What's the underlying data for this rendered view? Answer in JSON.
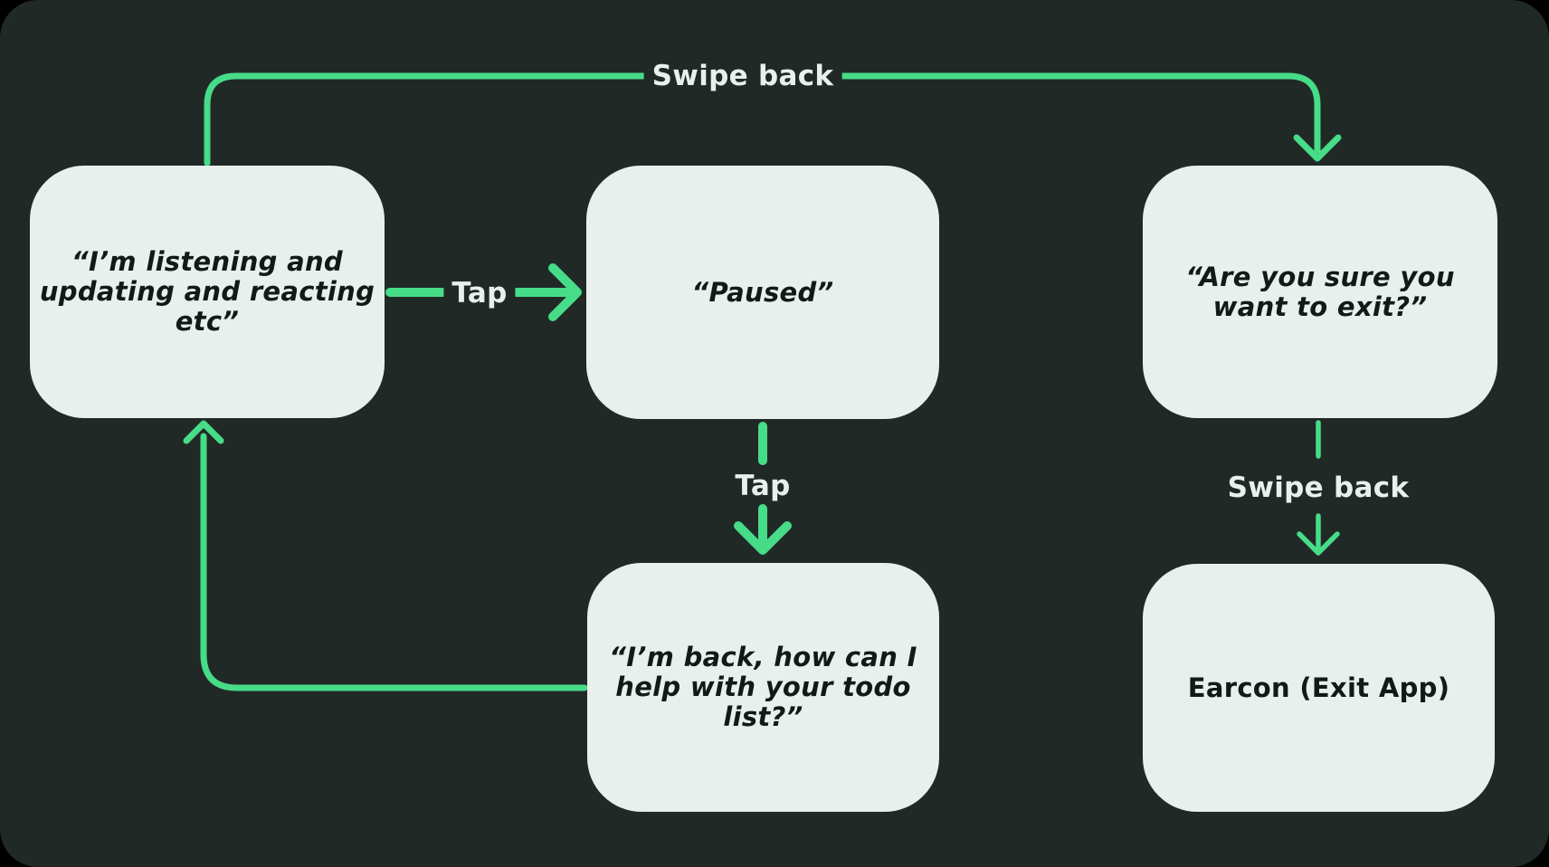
{
  "canvas": {
    "background": "#000000",
    "panel_background": "#212927",
    "accent_green": "#47DC88",
    "node_background": "#E9EFEC",
    "node_text_color": "#121917",
    "label_color": "#E9EFEC"
  },
  "nodes": {
    "listening": {
      "lines": [
        "“I’m listening and",
        "updating and reacting",
        "etc”"
      ]
    },
    "paused": {
      "lines": [
        "“Paused”"
      ]
    },
    "exit_confirm": {
      "lines": [
        "“Are you sure you",
        "want to exit?”"
      ]
    },
    "back_todo": {
      "lines": [
        "“I’m back, how can I",
        "help with your todo",
        "list?”"
      ]
    },
    "earcon": {
      "lines": [
        "Earcon (Exit App)"
      ]
    }
  },
  "edges": {
    "swipe_back_top": {
      "label": "Swipe back"
    },
    "tap_pause": {
      "label": "Tap"
    },
    "tap_resume": {
      "label": "Tap"
    },
    "swipe_back_exit": {
      "label": "Swipe back"
    }
  }
}
